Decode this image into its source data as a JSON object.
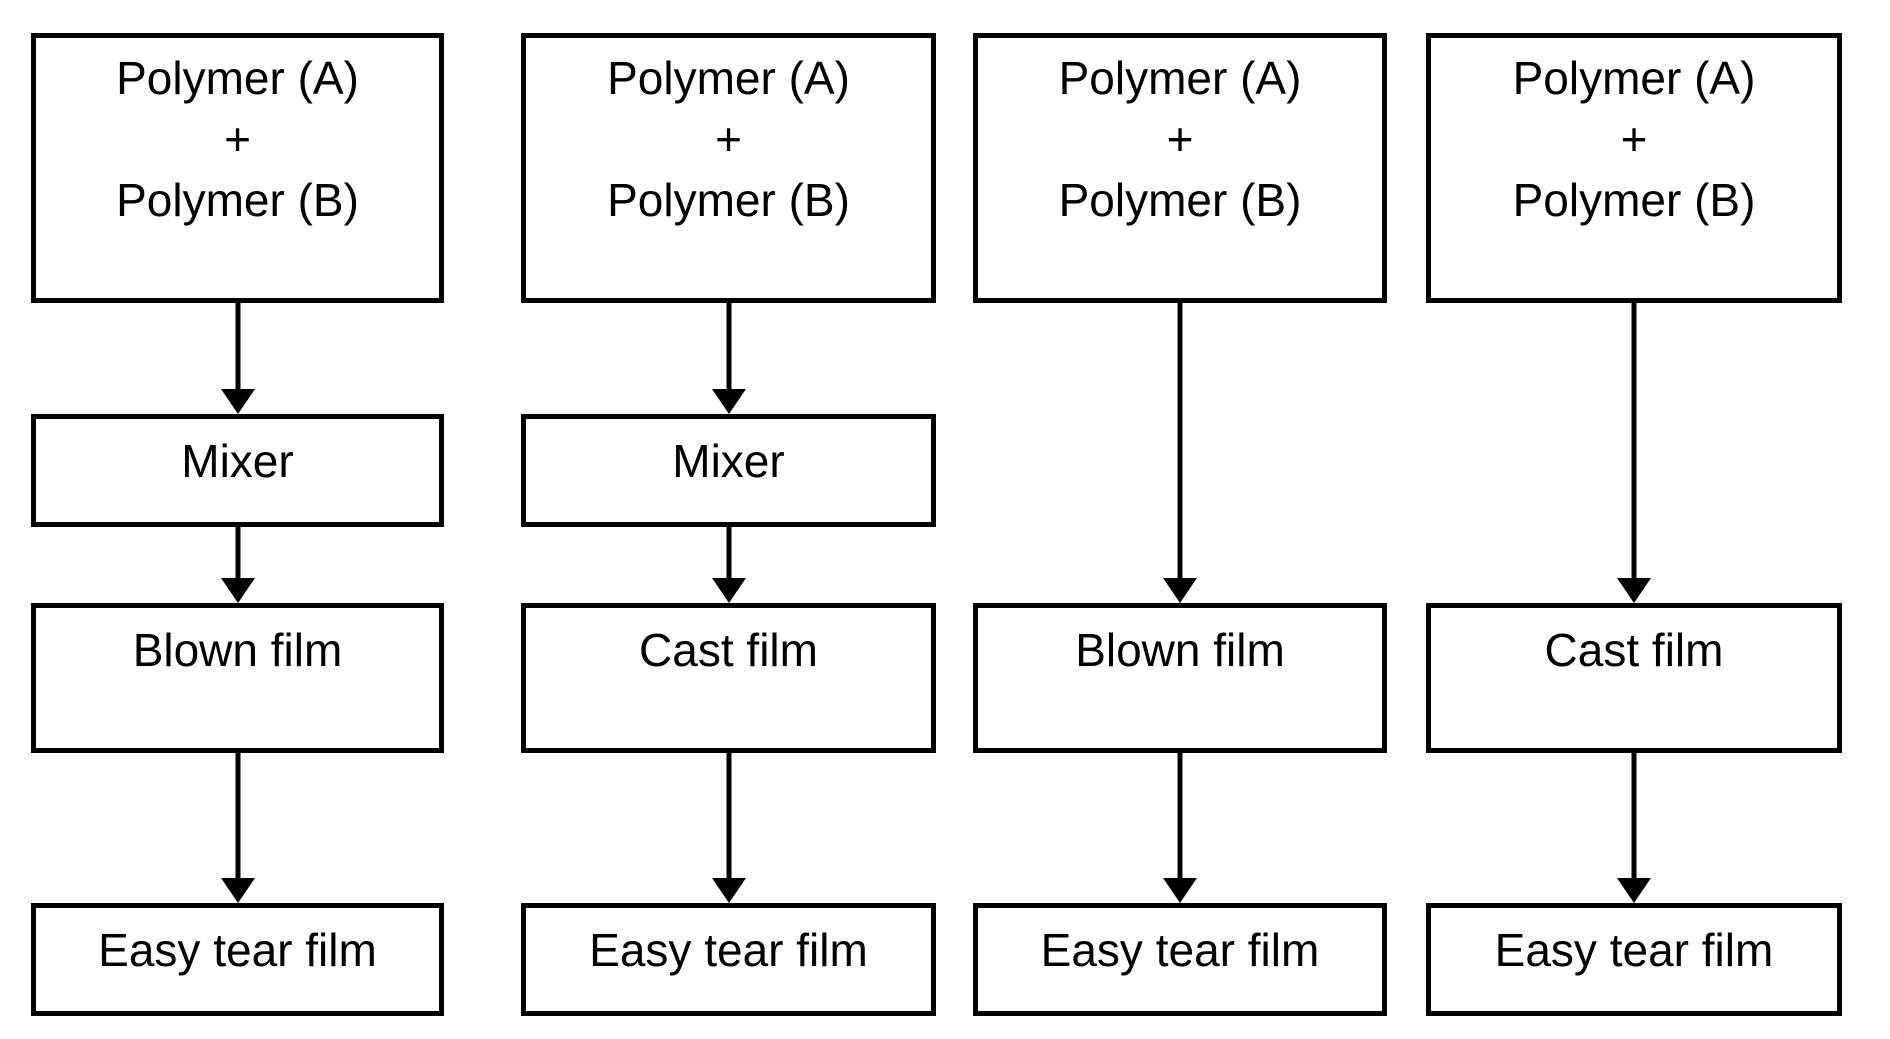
{
  "flowchart": {
    "source_lines": [
      "Polymer (A)",
      "+",
      "Polymer (B)"
    ],
    "columns": [
      {
        "mixer_label": "Mixer",
        "film_label": "Blown film",
        "result_label": "Easy tear film"
      },
      {
        "mixer_label": "Mixer",
        "film_label": "Cast film",
        "result_label": "Easy tear film"
      },
      {
        "film_label": "Blown film",
        "result_label": "Easy tear film"
      },
      {
        "film_label": "Cast film",
        "result_label": "Easy tear film"
      }
    ],
    "colors": {
      "line": "#000000",
      "text": "#000000",
      "background": "#ffffff"
    }
  }
}
